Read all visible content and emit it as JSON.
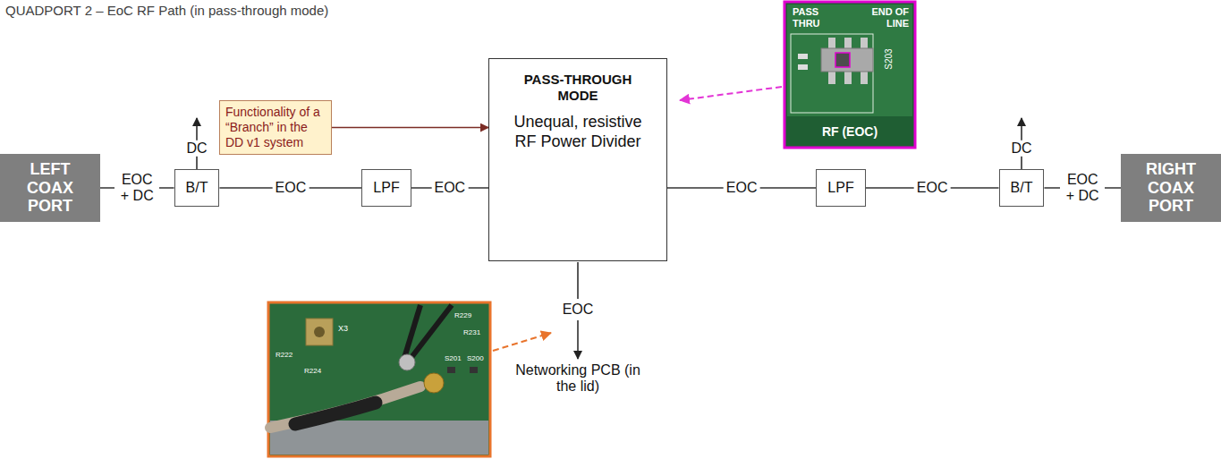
{
  "diagram": {
    "title": "QUADPORT 2 – EoC RF Path (in pass-through mode)",
    "nodes": [
      {
        "text": [
          "LEFT COAX PORT"
        ]
      },
      {
        "text": [
          "B/T"
        ]
      },
      {
        "text": [
          "LPF"
        ]
      },
      {
        "text": [
          "Functionality of a “Branch” in the DD v1 system"
        ]
      },
      {
        "text": [
          "PASS-THROUGH MODE",
          "Unequal, resistive RF Power Divider"
        ]
      },
      {
        "text": [
          "LPF"
        ]
      },
      {
        "text": [
          "B/T"
        ]
      },
      {
        "text": [
          "RIGHT COAX PORT"
        ]
      }
    ],
    "edges": [
      {
        "from": 0,
        "to": 1,
        "label": "EOC + DC",
        "arrow": "none"
      },
      {
        "from": 1,
        "to": 2,
        "label": "EOC",
        "arrow": "none"
      },
      {
        "from": 2,
        "to": 4,
        "label": "EOC",
        "arrow": "none"
      },
      {
        "from": 4,
        "to": 5,
        "label": "EOC",
        "arrow": "none"
      },
      {
        "from": 5,
        "to": 6,
        "label": "EOC",
        "arrow": "none"
      },
      {
        "from": 6,
        "to": 7,
        "label": "EOC + DC",
        "arrow": "none"
      },
      {
        "from": 3,
        "to": 4,
        "arrow": "to"
      }
    ],
    "labels": [
      "DC",
      "DC",
      "EOC",
      "Networking PCB (in the lid)",
      "PASS THRU",
      "END OF LINE",
      "S203",
      "RF (EOC)",
      "X3",
      "R222",
      "R224",
      "R229",
      "R231",
      "S201",
      "S200"
    ]
  }
}
